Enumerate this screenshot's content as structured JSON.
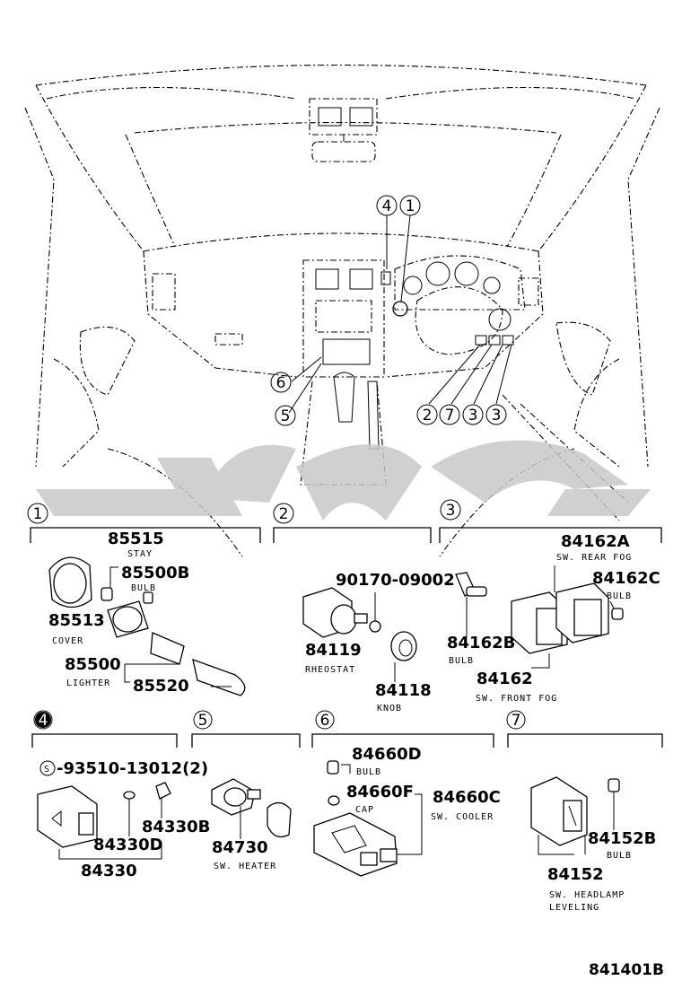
{
  "callouts": {
    "c1": "1",
    "c2": "2",
    "c3": "3",
    "c4": "4",
    "c5": "5",
    "c6": "6",
    "c7": "7"
  },
  "section1": {
    "num": "1",
    "p85515": "85515",
    "stay": "STAY",
    "p85500b": "85500B",
    "bulb": "BULB",
    "p85513": "85513",
    "cover": "COVER",
    "p85500": "85500",
    "lighter": "LIGHTER",
    "p85520": "85520"
  },
  "section2": {
    "num": "2",
    "p90170": "90170-09002",
    "p84119": "84119",
    "rheostat": "RHEOSTAT",
    "p84118": "84118",
    "knob": "KNOB"
  },
  "section3": {
    "num": "3",
    "p84162a": "84162A",
    "rearfog": "SW. REAR FOG",
    "p84162c": "84162C",
    "bulb_c": "BULB",
    "p84162b": "84162B",
    "bulb_b": "BULB",
    "p84162": "84162",
    "frontfog": "SW. FRONT FOG"
  },
  "section4": {
    "num": "4",
    "s_mark": "S",
    "p93510": "-93510-13012(2)",
    "p84330b": "84330B",
    "p84330d": "84330D",
    "p84330": "84330"
  },
  "section5": {
    "num": "5",
    "p84730": "84730",
    "heater": "SW. HEATER"
  },
  "section6": {
    "num": "6",
    "p84660d": "84660D",
    "bulb": "BULB",
    "p84660f": "84660F",
    "cap": "CAP",
    "p84660c": "84660C",
    "cooler": "SW. COOLER"
  },
  "section7": {
    "num": "7",
    "p84152b": "84152B",
    "bulb": "BULB",
    "p84152": "84152",
    "level1": "SW. HEADLAMP",
    "level2": "LEVELING"
  },
  "figure_code": "841401B",
  "colors": {
    "ink": "#000000",
    "paper": "#ffffff",
    "watermark": "#c8c8c8"
  }
}
